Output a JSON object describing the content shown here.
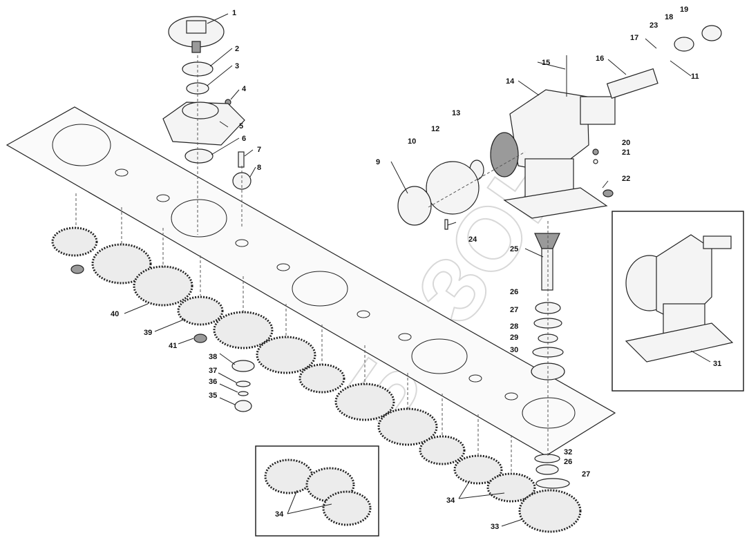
{
  "watermark": "БИЗОН",
  "callouts": [
    {
      "text": "1"
    },
    {
      "text": "2"
    },
    {
      "text": "3"
    },
    {
      "text": "4"
    },
    {
      "text": "5"
    },
    {
      "text": "6"
    },
    {
      "text": "7"
    },
    {
      "text": "8"
    },
    {
      "text": "9"
    },
    {
      "text": "10"
    },
    {
      "text": "11"
    },
    {
      "text": "12"
    },
    {
      "text": "13"
    },
    {
      "text": "14"
    },
    {
      "text": "15"
    },
    {
      "text": "16"
    },
    {
      "text": "17"
    },
    {
      "text": "18"
    },
    {
      "text": "19"
    },
    {
      "text": "20"
    },
    {
      "text": "21"
    },
    {
      "text": "22"
    },
    {
      "text": "23"
    },
    {
      "text": "24"
    },
    {
      "text": "25"
    },
    {
      "text": "26"
    },
    {
      "text": "27"
    },
    {
      "text": "28"
    },
    {
      "text": "29"
    },
    {
      "text": "30"
    },
    {
      "text": "31"
    },
    {
      "text": "32"
    },
    {
      "text": "26"
    },
    {
      "text": "27"
    },
    {
      "text": "33"
    },
    {
      "text": "34"
    },
    {
      "text": "34"
    },
    {
      "text": "35"
    },
    {
      "text": "36"
    },
    {
      "text": "37"
    },
    {
      "text": "38"
    },
    {
      "text": "39"
    },
    {
      "text": "40"
    },
    {
      "text": "41"
    }
  ]
}
